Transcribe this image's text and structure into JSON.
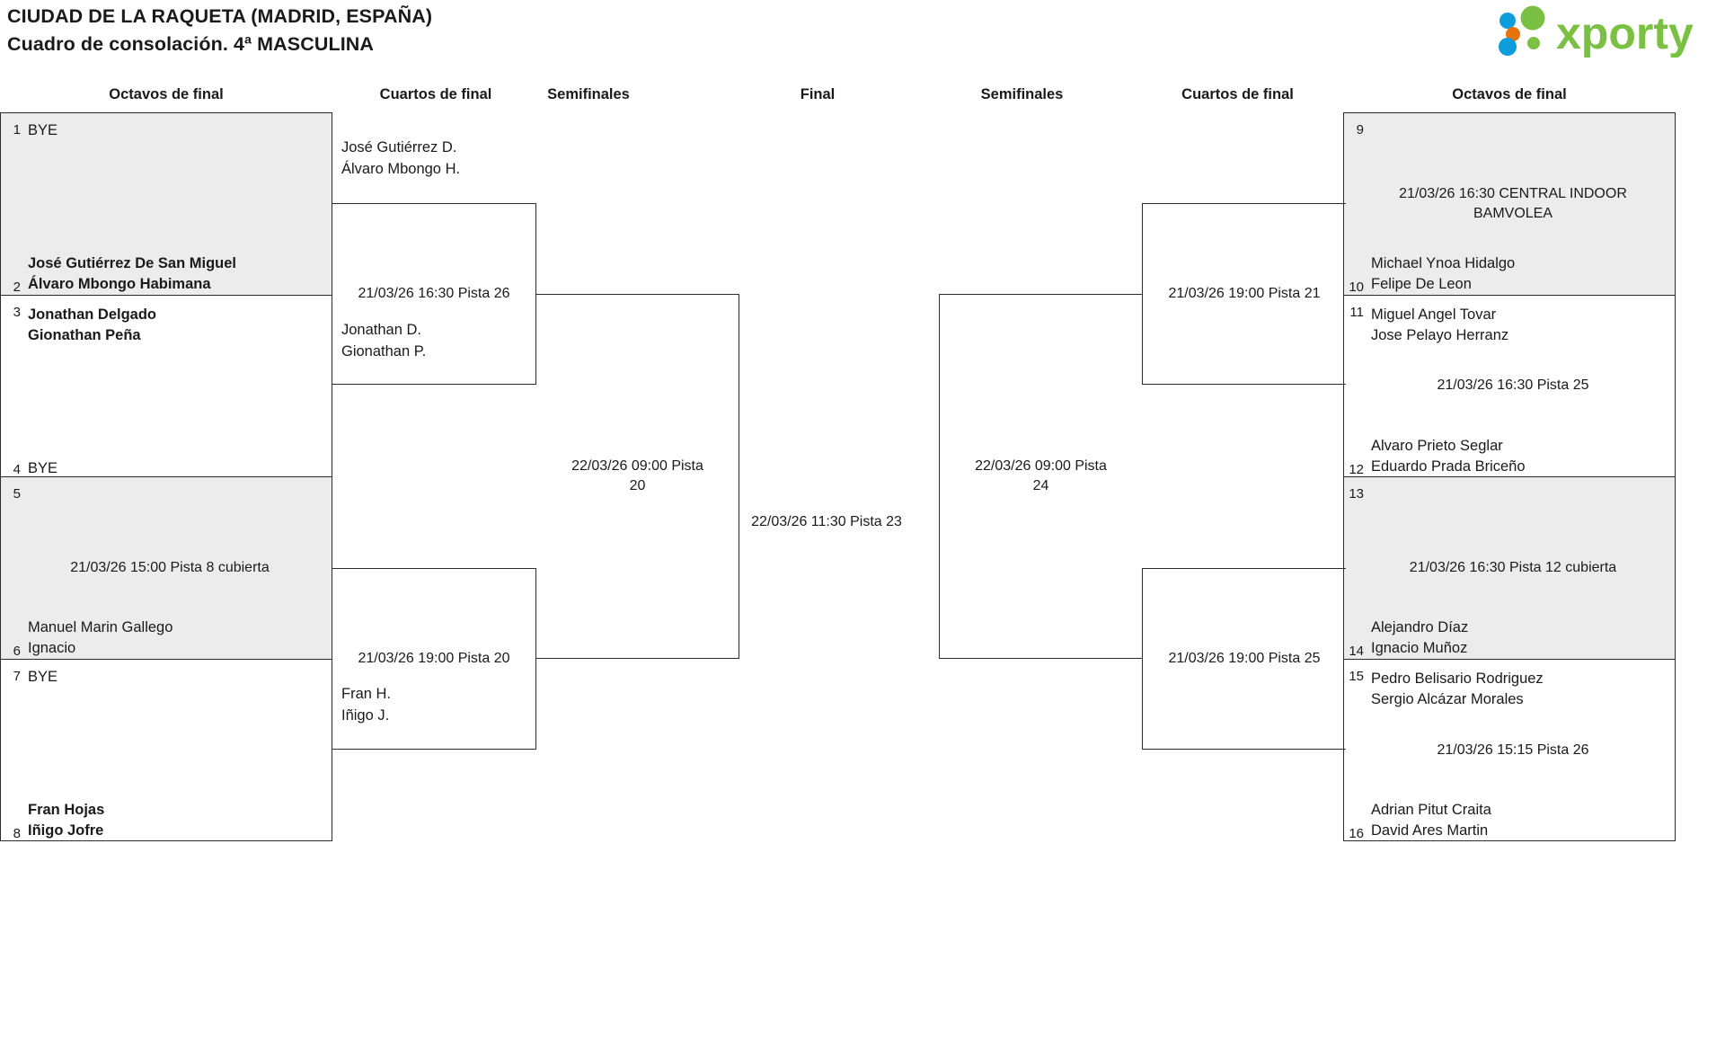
{
  "header": {
    "title_line1": "CIUDAD DE LA RAQUETA (MADRID, ESPAÑA)",
    "title_line2": "Cuadro de consolación. 4ª MASCULINA",
    "logo_text": "xporty",
    "logo_colors": {
      "green": "#7ac143",
      "orange": "#e8730c",
      "blue": "#0d9ddb"
    }
  },
  "round_headers": [
    {
      "label": "Octavos de final"
    },
    {
      "label": "Cuartos de final"
    },
    {
      "label": "Semifinales"
    },
    {
      "label": "Final"
    },
    {
      "label": "Semifinales"
    },
    {
      "label": "Cuartos de final"
    },
    {
      "label": "Octavos de final"
    }
  ],
  "left_octavos": [
    {
      "shaded": true,
      "top": {
        "seed": "1",
        "line1": "BYE",
        "line2": "",
        "bold": false,
        "bye": true
      },
      "bottom": {
        "seed": "2",
        "line1": "José Gutiérrez De San Miguel",
        "line2": "Álvaro Mbongo Habimana",
        "bold": true,
        "bye": false
      },
      "schedule": ""
    },
    {
      "shaded": false,
      "top": {
        "seed": "3",
        "line1": "Jonathan Delgado",
        "line2": "Gionathan Peña",
        "bold": true,
        "bye": false
      },
      "bottom": {
        "seed": "4",
        "line1": "BYE",
        "line2": "",
        "bold": false,
        "bye": true
      },
      "schedule": ""
    },
    {
      "shaded": true,
      "top": {
        "seed": "5",
        "line1": "",
        "line2": "",
        "bold": false,
        "bye": false
      },
      "bottom": {
        "seed": "6",
        "line1": "Manuel Marin Gallego",
        "line2": "Ignacio",
        "bold": false,
        "bye": false
      },
      "schedule": "21/03/26 15:00 Pista 8 cubierta"
    },
    {
      "shaded": false,
      "top": {
        "seed": "7",
        "line1": "BYE",
        "line2": "",
        "bold": false,
        "bye": true
      },
      "bottom": {
        "seed": "8",
        "line1": "Fran Hojas",
        "line2": "Iñigo Jofre",
        "bold": true,
        "bye": false
      },
      "schedule": ""
    }
  ],
  "right_octavos": [
    {
      "shaded": true,
      "top": {
        "seed": "9",
        "line1": "",
        "line2": "",
        "bold": false,
        "bye": false
      },
      "bottom": {
        "seed": "10",
        "line1": "Michael Ynoa Hidalgo",
        "line2": "Felipe De Leon",
        "bold": false,
        "bye": false
      },
      "schedule": "21/03/26 16:30 CENTRAL INDOOR BAMVOLEA"
    },
    {
      "shaded": false,
      "top": {
        "seed": "11",
        "line1": "Miguel Angel Tovar",
        "line2": "Jose Pelayo Herranz",
        "bold": false,
        "bye": false
      },
      "bottom": {
        "seed": "12",
        "line1": "Alvaro Prieto Seglar",
        "line2": "Eduardo Prada Briceño",
        "bold": false,
        "bye": false
      },
      "schedule": "21/03/26 16:30 Pista 25"
    },
    {
      "shaded": true,
      "top": {
        "seed": "13",
        "line1": "",
        "line2": "",
        "bold": false,
        "bye": false
      },
      "bottom": {
        "seed": "14",
        "line1": "Alejandro Díaz",
        "line2": "Ignacio Muñoz",
        "bold": false,
        "bye": false
      },
      "schedule": "21/03/26 16:30 Pista 12 cubierta"
    },
    {
      "shaded": false,
      "top": {
        "seed": "15",
        "line1": "Pedro Belisario Rodriguez",
        "line2": "Sergio Alcázar Morales",
        "bold": false,
        "bye": false
      },
      "bottom": {
        "seed": "16",
        "line1": "Adrian Pitut Craita",
        "line2": "David Ares Martin",
        "bold": false,
        "bye": false
      },
      "schedule": "21/03/26 15:15 Pista 26"
    }
  ],
  "left_cuartos": [
    {
      "schedule": "21/03/26 16:30 Pista 26"
    },
    {
      "schedule": "21/03/26 19:00 Pista 20"
    }
  ],
  "right_cuartos": [
    {
      "schedule": "21/03/26 19:00 Pista 21"
    },
    {
      "schedule": "21/03/26 19:00 Pista 25"
    }
  ],
  "left_semifinal": {
    "schedule": "22/03/26 09:00 Pista 20"
  },
  "right_semifinal": {
    "schedule": "22/03/26 09:00 Pista 24"
  },
  "final": {
    "schedule": "22/03/26 11:30 Pista 23"
  },
  "left_cuartos_winners": [
    {
      "line1": "José Gutiérrez D.",
      "line2": "Álvaro Mbongo H."
    },
    {
      "line1": "Jonathan D.",
      "line2": "Gionathan P."
    },
    {
      "line1": "Fran H.",
      "line2": "Iñigo J."
    }
  ]
}
